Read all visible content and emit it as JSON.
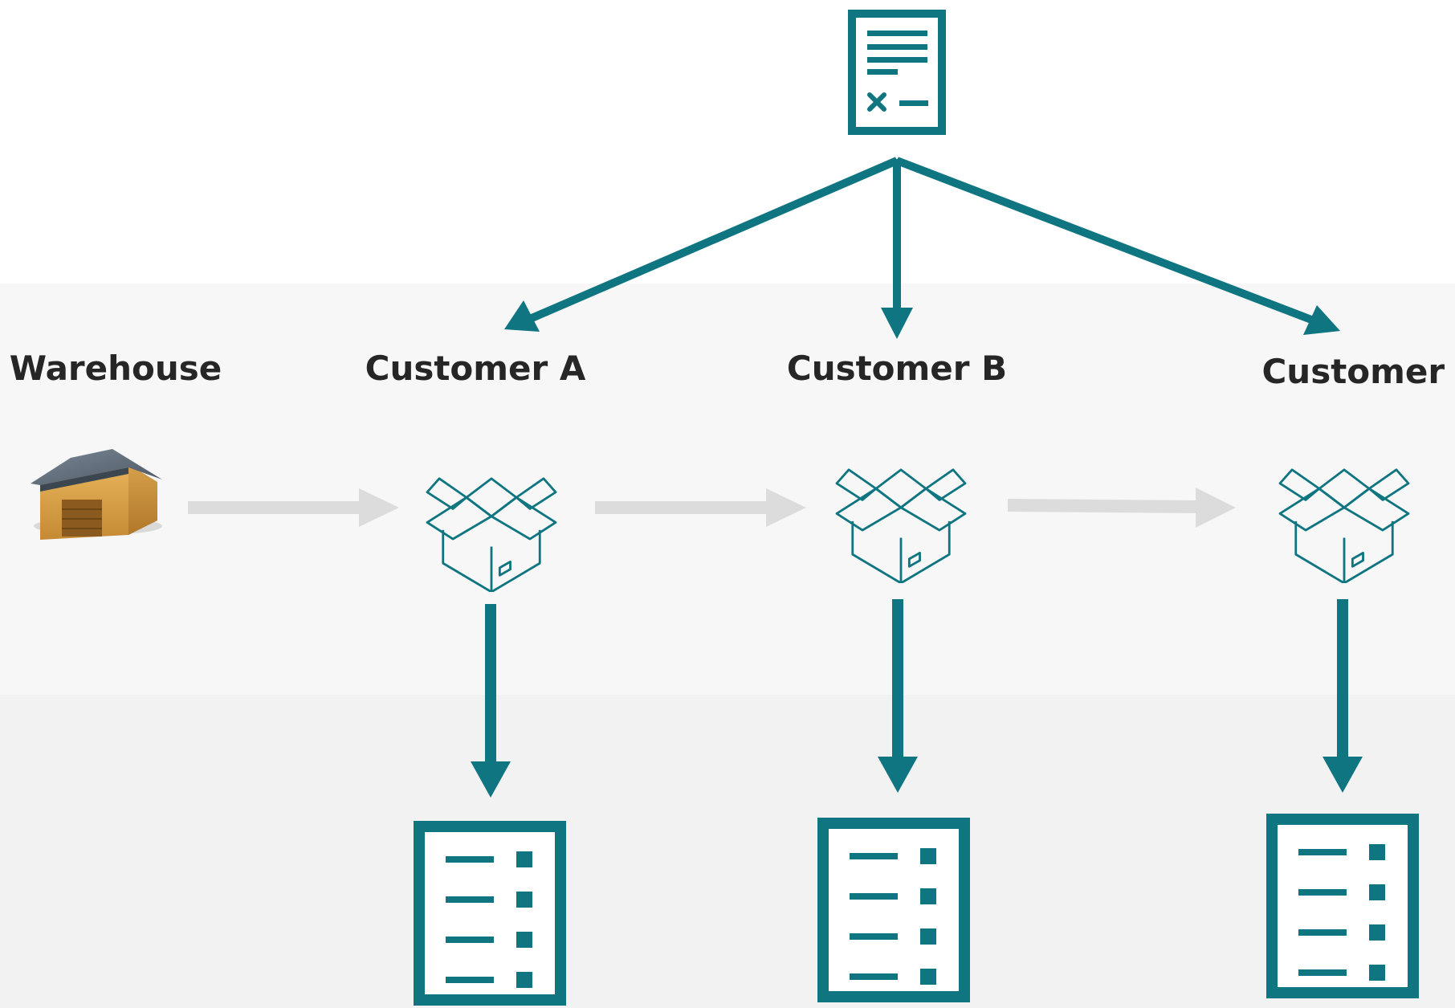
{
  "colors": {
    "teal": "#0f7580",
    "gray_arrow": "#dcdcdc",
    "band_top": "#f7f7f7",
    "band_bottom": "#f2f2f2"
  },
  "nodes": {
    "warehouse": {
      "label": "Warehouse",
      "icon": "warehouse-icon"
    },
    "customers": [
      {
        "label": "Customer A",
        "icon": "open-box-icon"
      },
      {
        "label": "Customer B",
        "icon": "open-box-icon"
      },
      {
        "label": "Customer C",
        "icon": "open-box-icon"
      }
    ]
  },
  "top_document_icon": "document-icon",
  "bottom_document_icon": "checklist-icon"
}
